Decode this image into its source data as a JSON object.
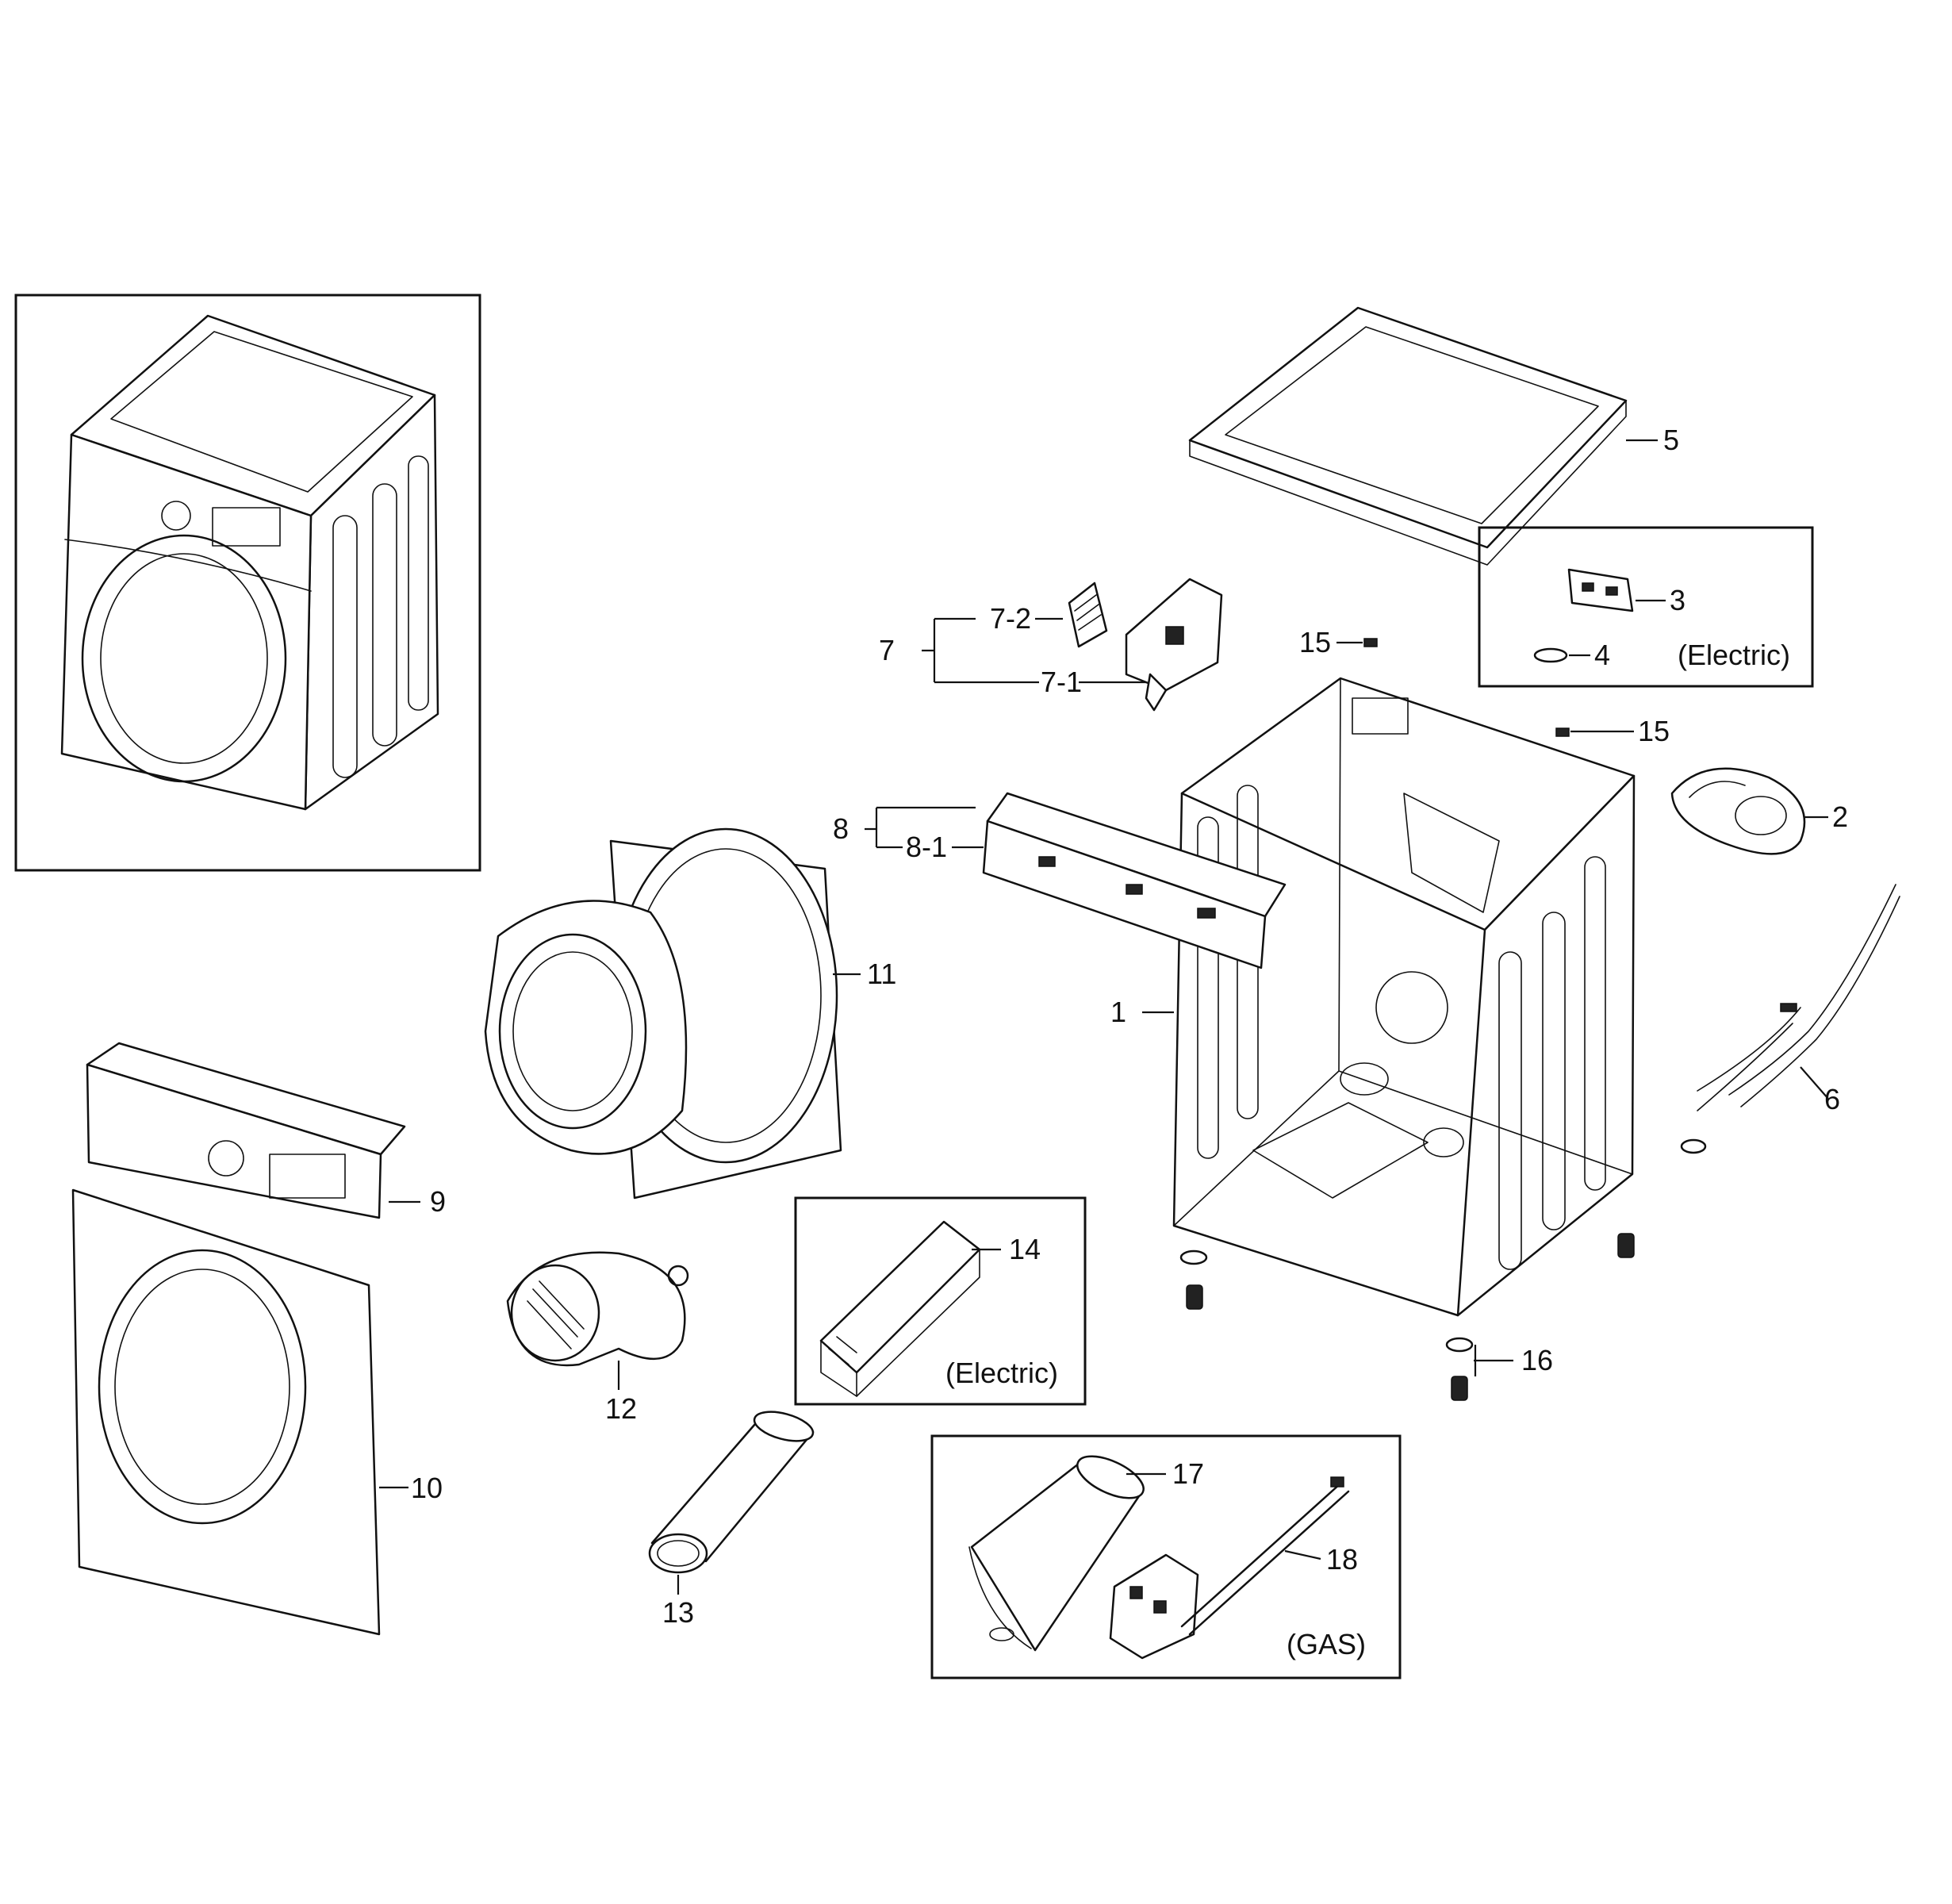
{
  "labels": {
    "p1": "1",
    "p2": "2",
    "p3": "3",
    "p4": "4",
    "p5": "5",
    "p6": "6",
    "p7": "7",
    "p7_1": "7-1",
    "p7_2": "7-2",
    "p8": "8",
    "p8_1": "8-1",
    "p9": "9",
    "p10": "10",
    "p11": "11",
    "p12": "12",
    "p13": "13",
    "p14": "14",
    "p15a": "15",
    "p15b": "15",
    "p16": "16",
    "p17": "17",
    "p18": "18"
  },
  "boxes": {
    "electric_top": "(Electric)",
    "electric_heater": "(Electric)",
    "gas": "(GAS)"
  }
}
